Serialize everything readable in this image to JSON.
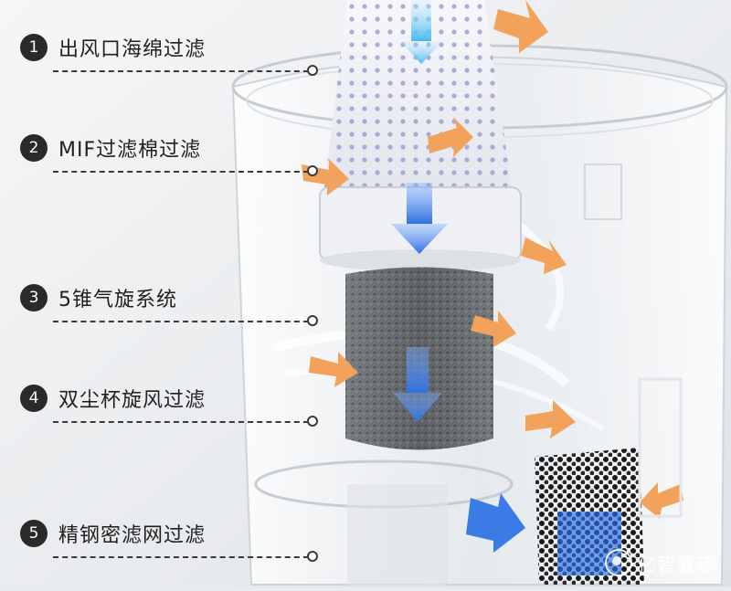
{
  "stages": [
    {
      "num": "1",
      "text": "出风口海绵过滤"
    },
    {
      "num": "2",
      "text": "MIF过滤棉过滤"
    },
    {
      "num": "3",
      "text": "5锥气旋系统"
    },
    {
      "num": "4",
      "text": "双尘杯旋风过滤"
    },
    {
      "num": "5",
      "text": "精钢密滤网过滤"
    }
  ],
  "watermark": {
    "text": "亿智蘑菇"
  },
  "colors": {
    "airflow_orange": "#f2a25a",
    "airflow_blue": "#3b7be6",
    "badge": "#2a2a2a"
  }
}
